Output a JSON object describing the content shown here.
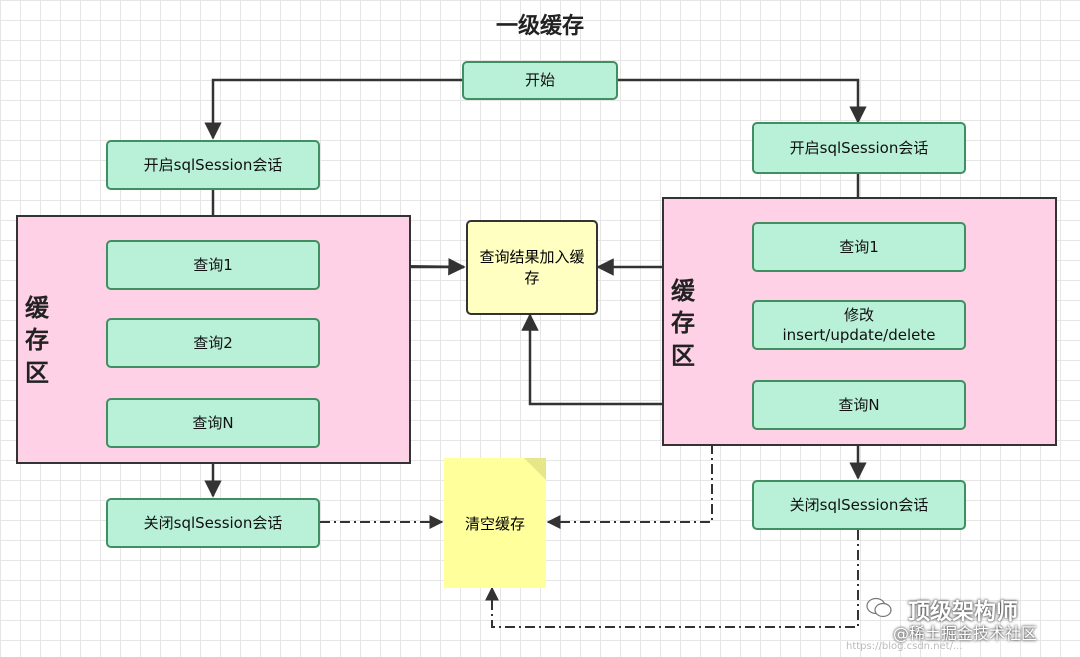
{
  "title": "一级缓存",
  "start": "开始",
  "left": {
    "open_session": "开启sqlSession会话",
    "cache_area": "缓存区",
    "query1": "查询1",
    "query2": "查询2",
    "queryN": "查询N",
    "close_session": "关闭sqlSession会话"
  },
  "right": {
    "open_session": "开启sqlSession会话",
    "cache_area": "缓存区",
    "query1": "查询1",
    "modify_line1": "修改",
    "modify_line2": "insert/update/delete",
    "queryN": "查询N",
    "close_session": "关闭sqlSession会话"
  },
  "result": "查询结果加入缓存",
  "clear": "清空缓存",
  "watermark": {
    "line1": "顶级架构师",
    "line2": "@稀土掘金技术社区",
    "line3": "https://blog.csdn.net/..."
  },
  "colors": {
    "node_fill": "#b9f0d8",
    "cache_fill": "#ffd1e6",
    "result_fill": "#ffffc2",
    "clear_fill": "#ffff9c"
  }
}
